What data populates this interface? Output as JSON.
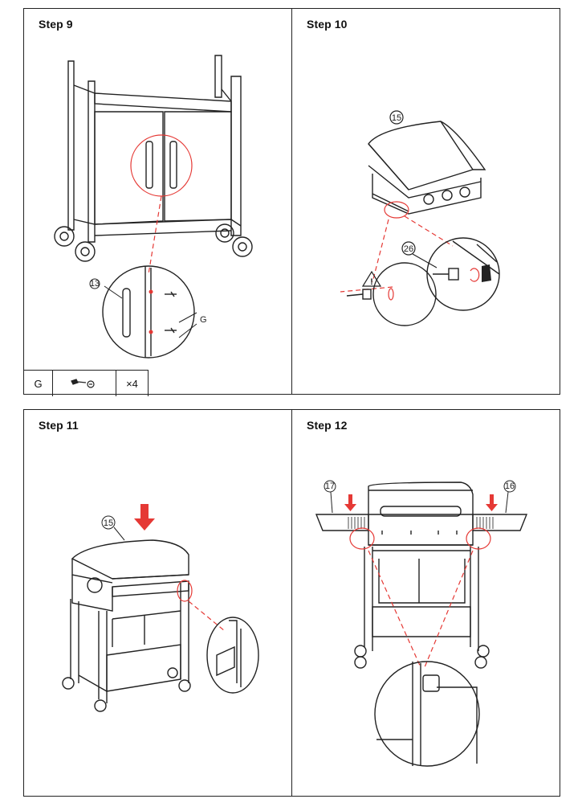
{
  "steps": [
    {
      "title": "Step 9",
      "callouts": {
        "part": "13",
        "fastener": "G"
      }
    },
    {
      "title": "Step 10",
      "callouts": {
        "part": "15",
        "fastener": "26",
        "warning": "!"
      }
    },
    {
      "title": "Step 11",
      "callouts": {
        "part": "15"
      }
    },
    {
      "title": "Step 12",
      "callouts": {
        "left_table": "17",
        "right_table": "16"
      }
    }
  ],
  "parts_table": {
    "letter": "G",
    "icon": "screw-icon",
    "quantity": "×4"
  },
  "colors": {
    "line": "#222222",
    "accent_red": "#e53935"
  }
}
